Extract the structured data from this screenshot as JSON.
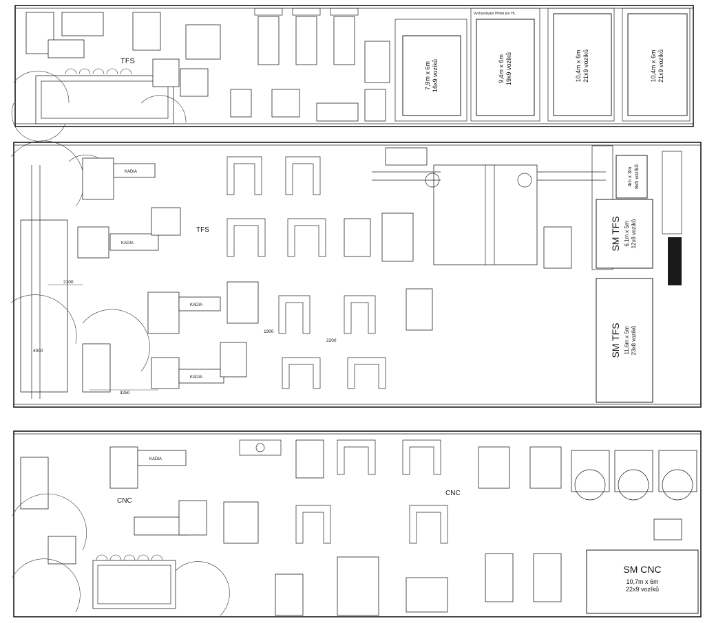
{
  "colors": {
    "line": "#1a1a1a",
    "background": "#ffffff"
  },
  "hall1": {
    "tfs_label": "TFS",
    "header_note": "Vychystávání Hřídel pro HL",
    "storages": [
      {
        "size": "7,9m x 6m",
        "capacity": "16x9 vozíků"
      },
      {
        "size": "9,4m x 6m",
        "capacity": "19x9 vozíků"
      },
      {
        "size": "10,4m x 6m",
        "capacity": "21x9 vozíků"
      },
      {
        "size": "10,4m x 6m",
        "capacity": "21x9 vozíků"
      }
    ]
  },
  "hall2": {
    "tfs_label": "TFS",
    "brand_label": "KADIA",
    "dims": [
      "2100",
      "4000",
      "3250",
      "1900",
      "2200"
    ],
    "sm_small": {
      "title": "SM TFS",
      "size": "6,1m x 5m",
      "capacity": "12x8 vozíků"
    },
    "sm_extra": {
      "size": "4m x 3m",
      "capacity": "8x5 vozíků"
    },
    "sm_large": {
      "title": "SM TFS",
      "size": "11,6m x 5m",
      "capacity": "23x8 vozíků"
    }
  },
  "hall3": {
    "cnc_label_left": "CNC",
    "cnc_label_right": "CNC",
    "brand_label": "KADIA",
    "sm_cnc": {
      "title": "SM CNC",
      "size": "10,7m x 6m",
      "capacity": "22x9 vozíků"
    }
  }
}
